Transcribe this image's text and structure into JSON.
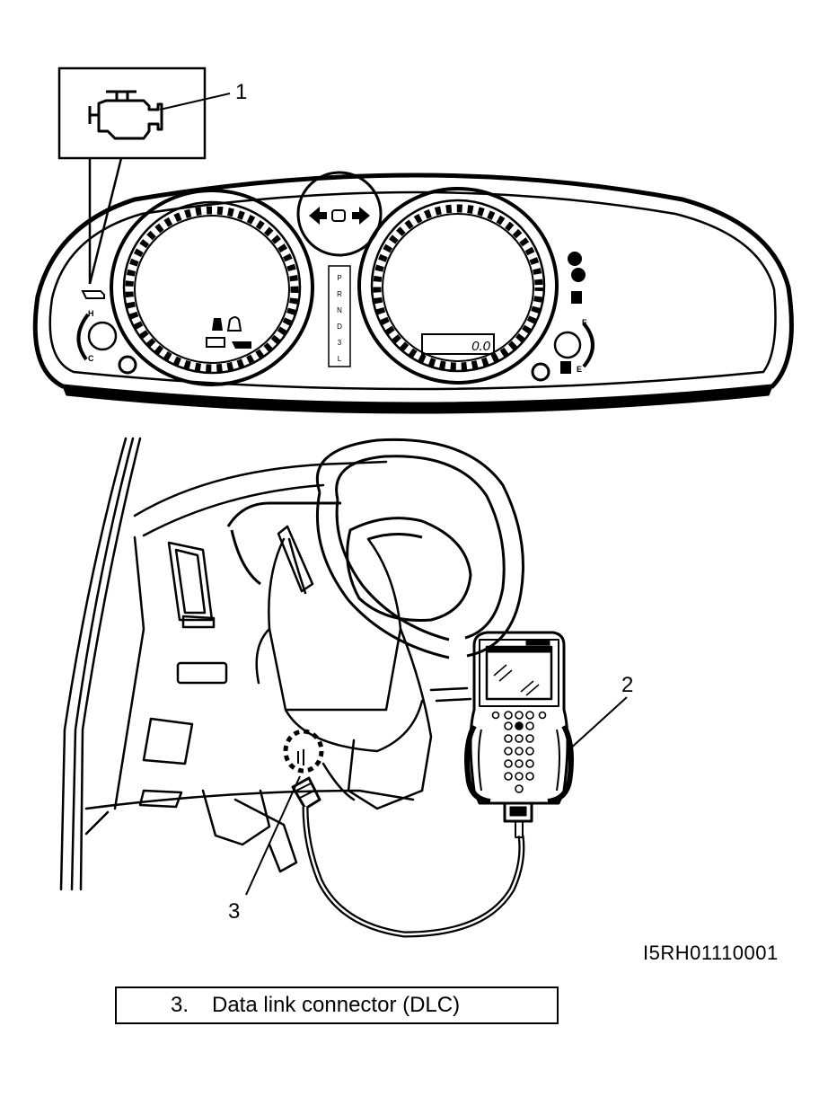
{
  "callouts": {
    "c1": "1",
    "c2": "2",
    "c3": "3"
  },
  "cluster": {
    "gear_p": "P",
    "gear_r": "R",
    "gear_n": "N",
    "gear_d": "D",
    "gear_3": "3",
    "gear_l": "L",
    "temp_h": "H",
    "temp_c": "C",
    "fuel_f": "F",
    "fuel_e": "E",
    "odometer": "0.0"
  },
  "figure_id": "I5RH01110001",
  "caption": {
    "number": "3.",
    "text": "Data link connector (DLC)"
  },
  "colors": {
    "ink": "#000000",
    "paper": "#ffffff"
  }
}
